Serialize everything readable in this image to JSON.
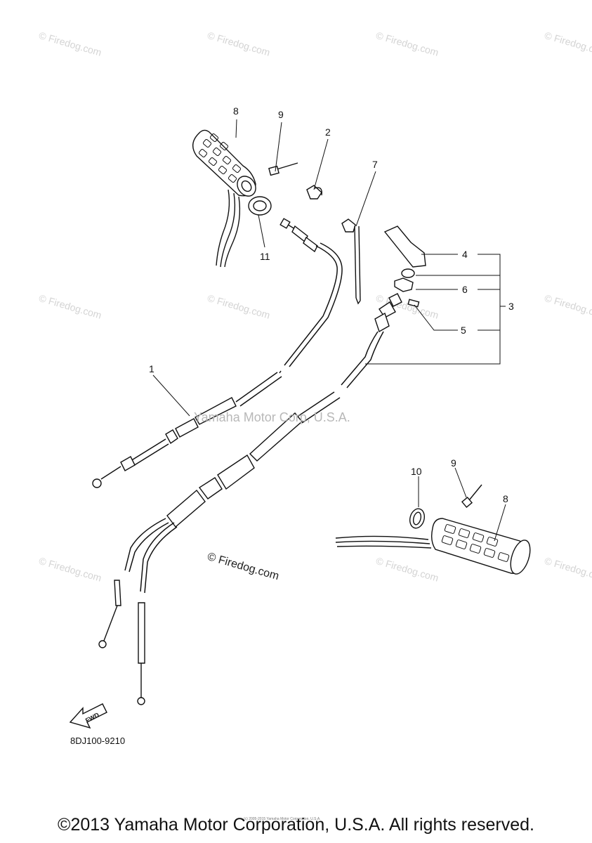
{
  "diagram": {
    "callouts": {
      "c1": "1",
      "c2": "2",
      "c3": "3",
      "c4": "4",
      "c5": "5",
      "c6": "6",
      "c7": "7",
      "c8_top": "8",
      "c8_bottom": "8",
      "c9_top": "9",
      "c9_bottom": "9",
      "c10": "10",
      "c11": "11"
    },
    "fwd_label": "FWD",
    "ref_code": "8DJ100-9210"
  },
  "watermarks": {
    "firedog": "© Firedog.com",
    "center": "© Firedog.com",
    "main": "Yamaha Motor Corp, U.S.A."
  },
  "footer": {
    "copyright": "©2013 Yamaha Motor Corporation, U.S.A. All rights reserved.",
    "tiny_note": "(c) 2005-2015 Yamaha Motor Corporation, U.S.A."
  },
  "colors": {
    "line": "#111111",
    "watermark": "#d4d4d4",
    "background": "#ffffff"
  }
}
